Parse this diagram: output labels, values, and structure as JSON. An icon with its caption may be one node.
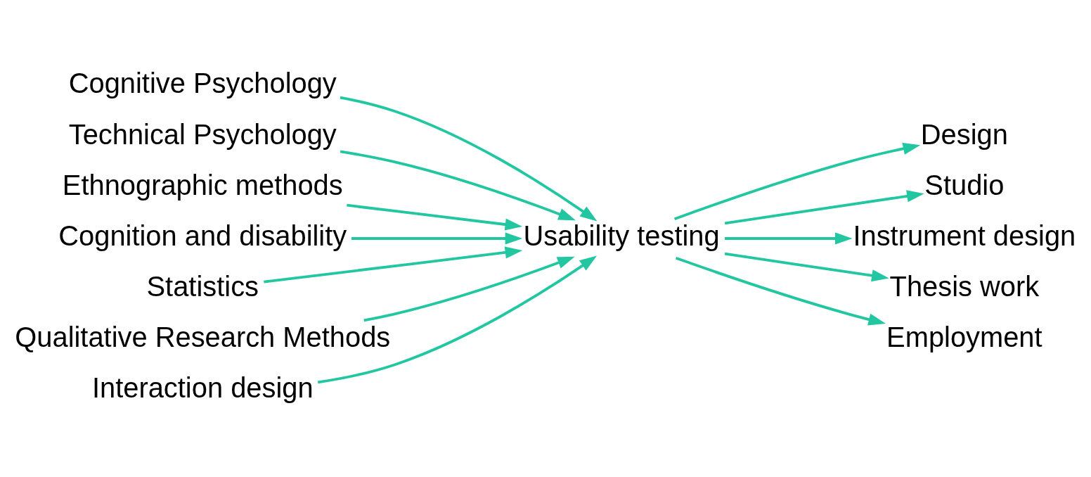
{
  "diagram": {
    "nodes": [
      {
        "text": [
          "Cognitive Psychology"
        ]
      },
      {
        "text": [
          "Technical Psychology"
        ]
      },
      {
        "text": [
          "Ethnographic methods"
        ]
      },
      {
        "text": [
          "Cognition and disability"
        ]
      },
      {
        "text": [
          "Statistics"
        ]
      },
      {
        "text": [
          "Qualitative Research Methods"
        ]
      },
      {
        "text": [
          "Interaction design"
        ]
      },
      {
        "text": [
          "Usability testing"
        ]
      },
      {
        "text": [
          "Design"
        ]
      },
      {
        "text": [
          "Studio"
        ]
      },
      {
        "text": [
          "Instrument design"
        ]
      },
      {
        "text": [
          "Thesis work"
        ]
      },
      {
        "text": [
          "Employment"
        ]
      }
    ],
    "edges": [
      {
        "from": 0,
        "to": 7,
        "arrow": "to",
        "color": "#22c7a1"
      },
      {
        "from": 1,
        "to": 7,
        "arrow": "to",
        "color": "#22c7a1"
      },
      {
        "from": 2,
        "to": 7,
        "arrow": "to",
        "color": "#22c7a1"
      },
      {
        "from": 3,
        "to": 7,
        "arrow": "to",
        "color": "#22c7a1"
      },
      {
        "from": 4,
        "to": 7,
        "arrow": "to",
        "color": "#22c7a1"
      },
      {
        "from": 5,
        "to": 7,
        "arrow": "to",
        "color": "#22c7a1"
      },
      {
        "from": 6,
        "to": 7,
        "arrow": "to",
        "color": "#22c7a1"
      },
      {
        "from": 7,
        "to": 8,
        "arrow": "to",
        "color": "#22c7a1"
      },
      {
        "from": 7,
        "to": 9,
        "arrow": "to",
        "color": "#22c7a1"
      },
      {
        "from": 7,
        "to": 10,
        "arrow": "to",
        "color": "#22c7a1"
      },
      {
        "from": 7,
        "to": 11,
        "arrow": "to",
        "color": "#22c7a1"
      },
      {
        "from": 7,
        "to": 12,
        "arrow": "to",
        "color": "#22c7a1"
      }
    ]
  }
}
